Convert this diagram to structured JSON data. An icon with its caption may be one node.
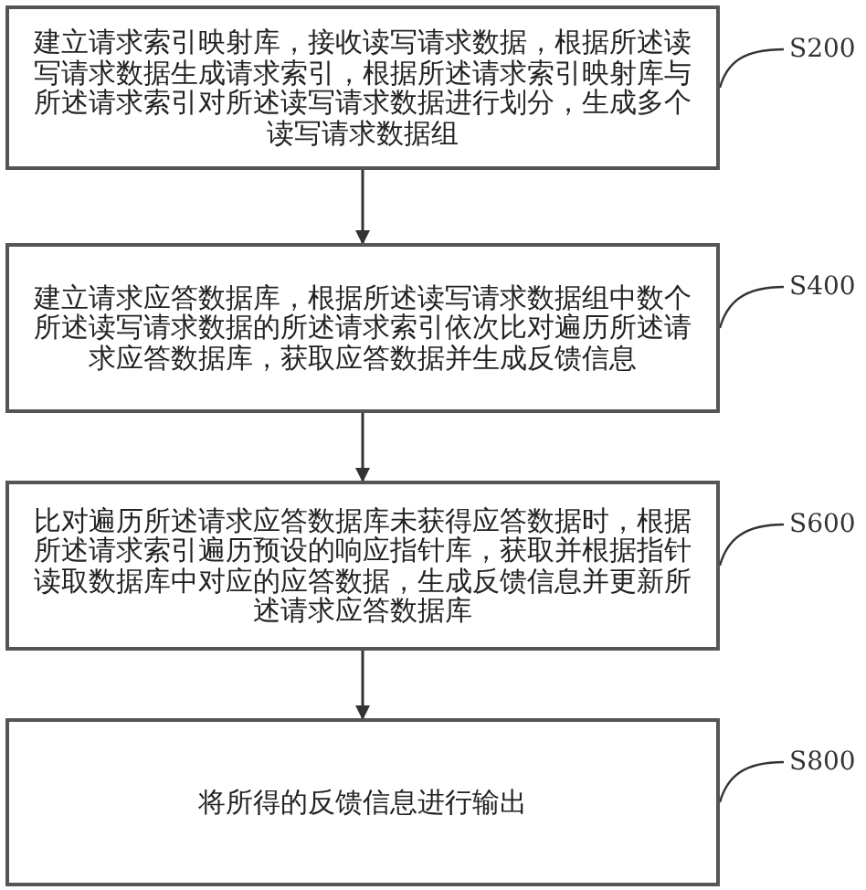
{
  "diagram": {
    "nodes": [
      {
        "text": [
          "建立请求索引映射库，接收读写请求数据，根据所述读写请求数据生成请求索引，根据所述请求索引映射库与所述请求索引对所述读写请求数据进行划分，生成多个读写请求数据组"
        ]
      },
      {
        "text": [
          "S200"
        ]
      },
      {
        "text": [
          "建立请求应答数据库，根据所述读写请求数据组中数个所述读写请求数据的所述请求索引依次比对遍历所述请求应答数据库，获取应答数据并生成反馈信息"
        ]
      },
      {
        "text": [
          "S400"
        ]
      },
      {
        "text": [
          "比对遍历所述请求应答数据库未获得应答数据时，根据所述请求索引遍历预设的响应指针库，获取并根据指针读取数据库中对应的应答数据，生成反馈信息并更新所述请求应答数据库"
        ]
      },
      {
        "text": [
          "S600"
        ]
      },
      {
        "text": [
          "将所得的反馈信息进行输出"
        ]
      },
      {
        "text": [
          "S800"
        ]
      }
    ],
    "edges": [
      {
        "from": 0,
        "to": 2,
        "arrow": "to"
      },
      {
        "from": 2,
        "to": 4,
        "arrow": "to"
      },
      {
        "from": 4,
        "to": 6,
        "arrow": "to"
      },
      {
        "from": 1,
        "to": 0,
        "arrow": "none"
      },
      {
        "from": 3,
        "to": 2,
        "arrow": "none"
      },
      {
        "from": 5,
        "to": 4,
        "arrow": "none"
      },
      {
        "from": 7,
        "to": 6,
        "arrow": "none"
      }
    ]
  }
}
